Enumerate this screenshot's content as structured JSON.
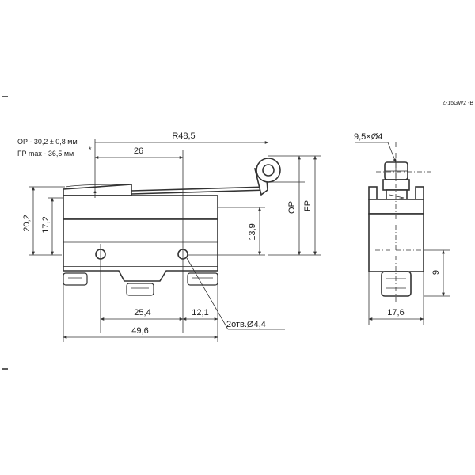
{
  "drawing_code": "Z-15GW2 -B",
  "notes": {
    "op": "OP - 30,2 ± 0,8 мм",
    "fp": "FP max - 36,5 мм",
    "asterisk": "*"
  },
  "dimensions": {
    "r48_5": "R48,5",
    "d26": "26",
    "d20_2": "20,2",
    "d17_2": "17,2",
    "d13_9": "13,9",
    "op_label": "OP",
    "fp_label": "FP",
    "d25_4": "25,4",
    "d12_1": "12,1",
    "d49_6": "49,6",
    "holes": "2отв.Ø4,4",
    "roller": "9,5×Ø4",
    "d9": "9",
    "d17_6": "17,6"
  },
  "colors": {
    "line": "#333333",
    "text": "#222222",
    "background": "#ffffff"
  }
}
